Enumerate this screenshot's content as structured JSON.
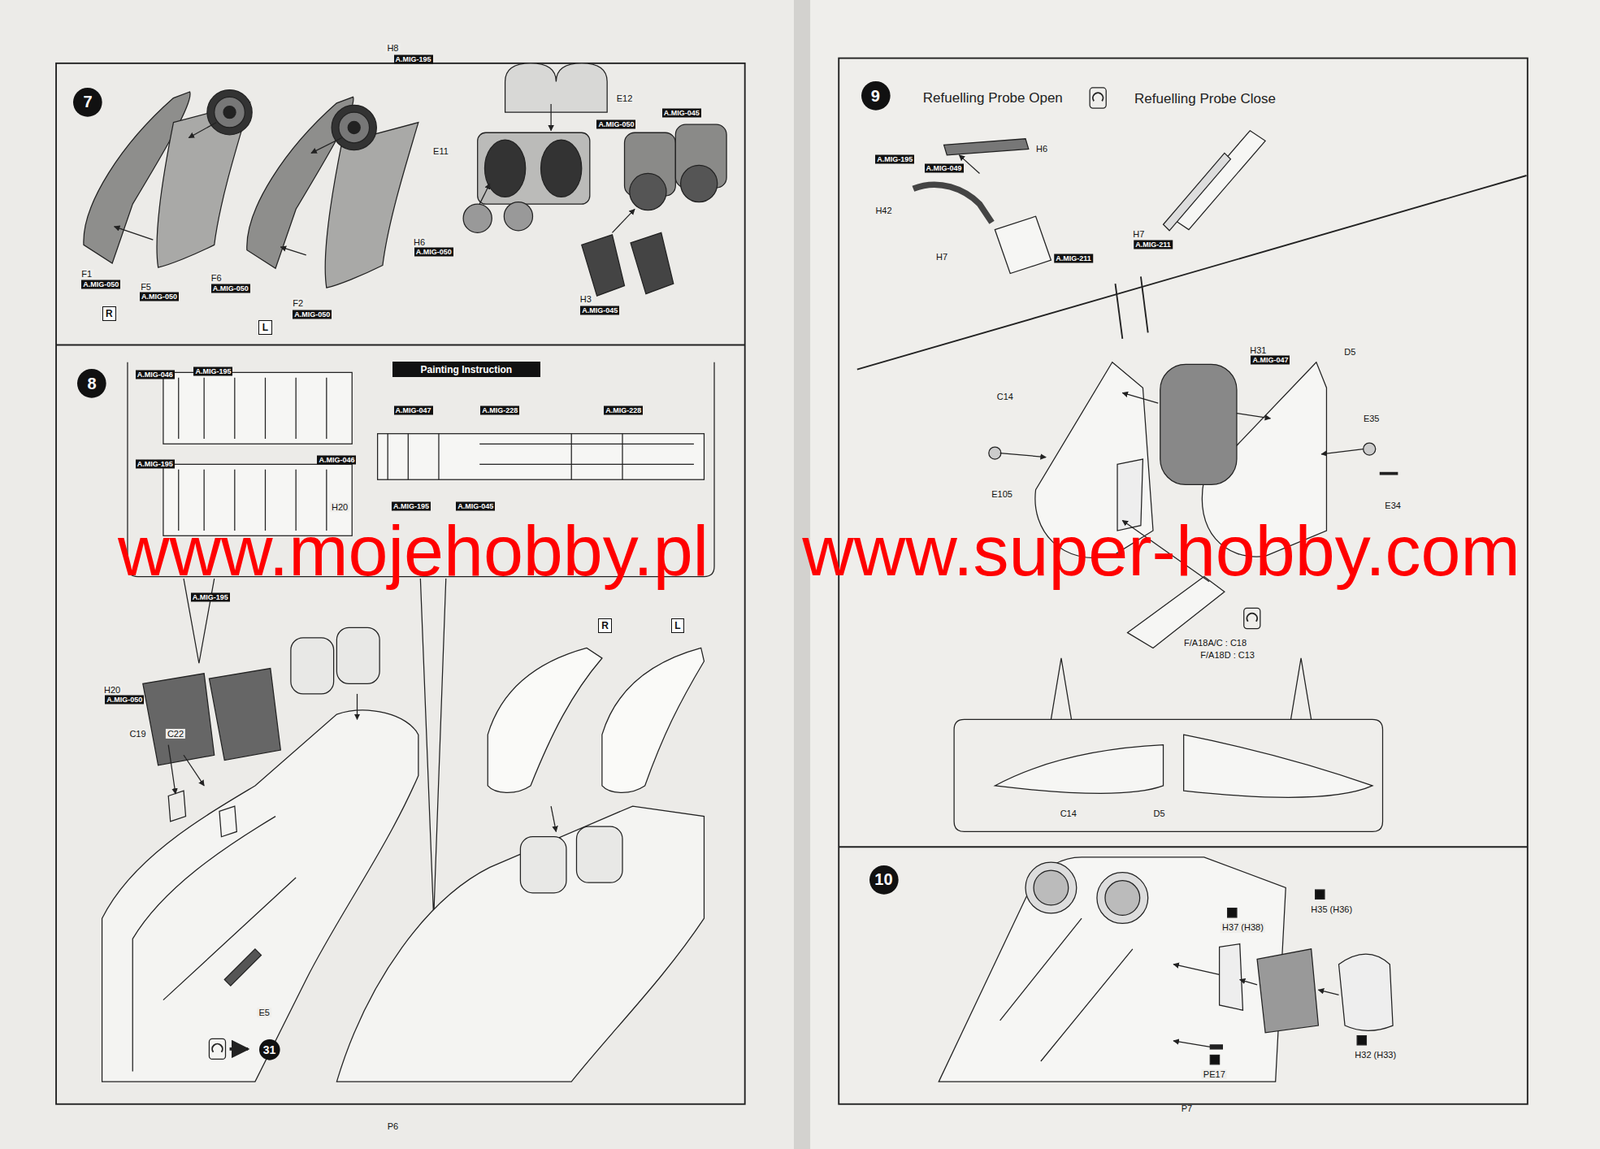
{
  "diagram": {
    "nodes": [
      {
        "text": [
          "7"
        ]
      },
      {
        "text": [
          "R"
        ]
      },
      {
        "text": [
          "L"
        ]
      },
      {
        "text": [
          "8"
        ]
      },
      {
        "text": [
          "Painting Instruction"
        ]
      },
      {
        "text": [
          "R"
        ]
      },
      {
        "text": [
          "L"
        ]
      },
      {
        "text": [
          "31"
        ]
      },
      {
        "text": [
          "9"
        ]
      },
      {
        "text": [
          "10"
        ]
      }
    ],
    "labels": [
      "H8",
      "A.MIG-195",
      "E12",
      "A.MIG-050",
      "A.MIG-045",
      "E11",
      "H6",
      "A.MIG-050",
      "F1",
      "A.MIG-050",
      "F5",
      "A.MIG-050",
      "F6",
      "A.MIG-050",
      "F2",
      "A.MIG-050",
      "H3",
      "A.MIG-045",
      "A.MIG-046",
      "A.MIG-195",
      "A.MIG-047",
      "A.MIG-228",
      "A.MIG-228",
      "A.MIG-195",
      "A.MIG-046",
      "H20",
      "A.MIG-195",
      "A.MIG-045",
      "A.MIG-195",
      "www.mojehobby.pl",
      "www.super-hobby.com",
      "H20",
      "A.MIG-050",
      "C19",
      "C22",
      "E5",
      "Refuelling Probe Open",
      "Refuelling Probe Close",
      "H6",
      "A.MIG-195",
      "A.MIG-049",
      "H42",
      "H7",
      "A.MIG-211",
      "H7",
      "A.MIG-211",
      "H31",
      "A.MIG-047",
      "D5",
      "C14",
      "E35",
      "E105",
      "E34",
      "F/A18A/C : C18",
      "F/A18D : C13",
      "C14",
      "D5",
      "H35 (H36)",
      "H37 (H38)",
      "H32 (H33)",
      "PE17",
      "P6",
      "P7"
    ]
  }
}
